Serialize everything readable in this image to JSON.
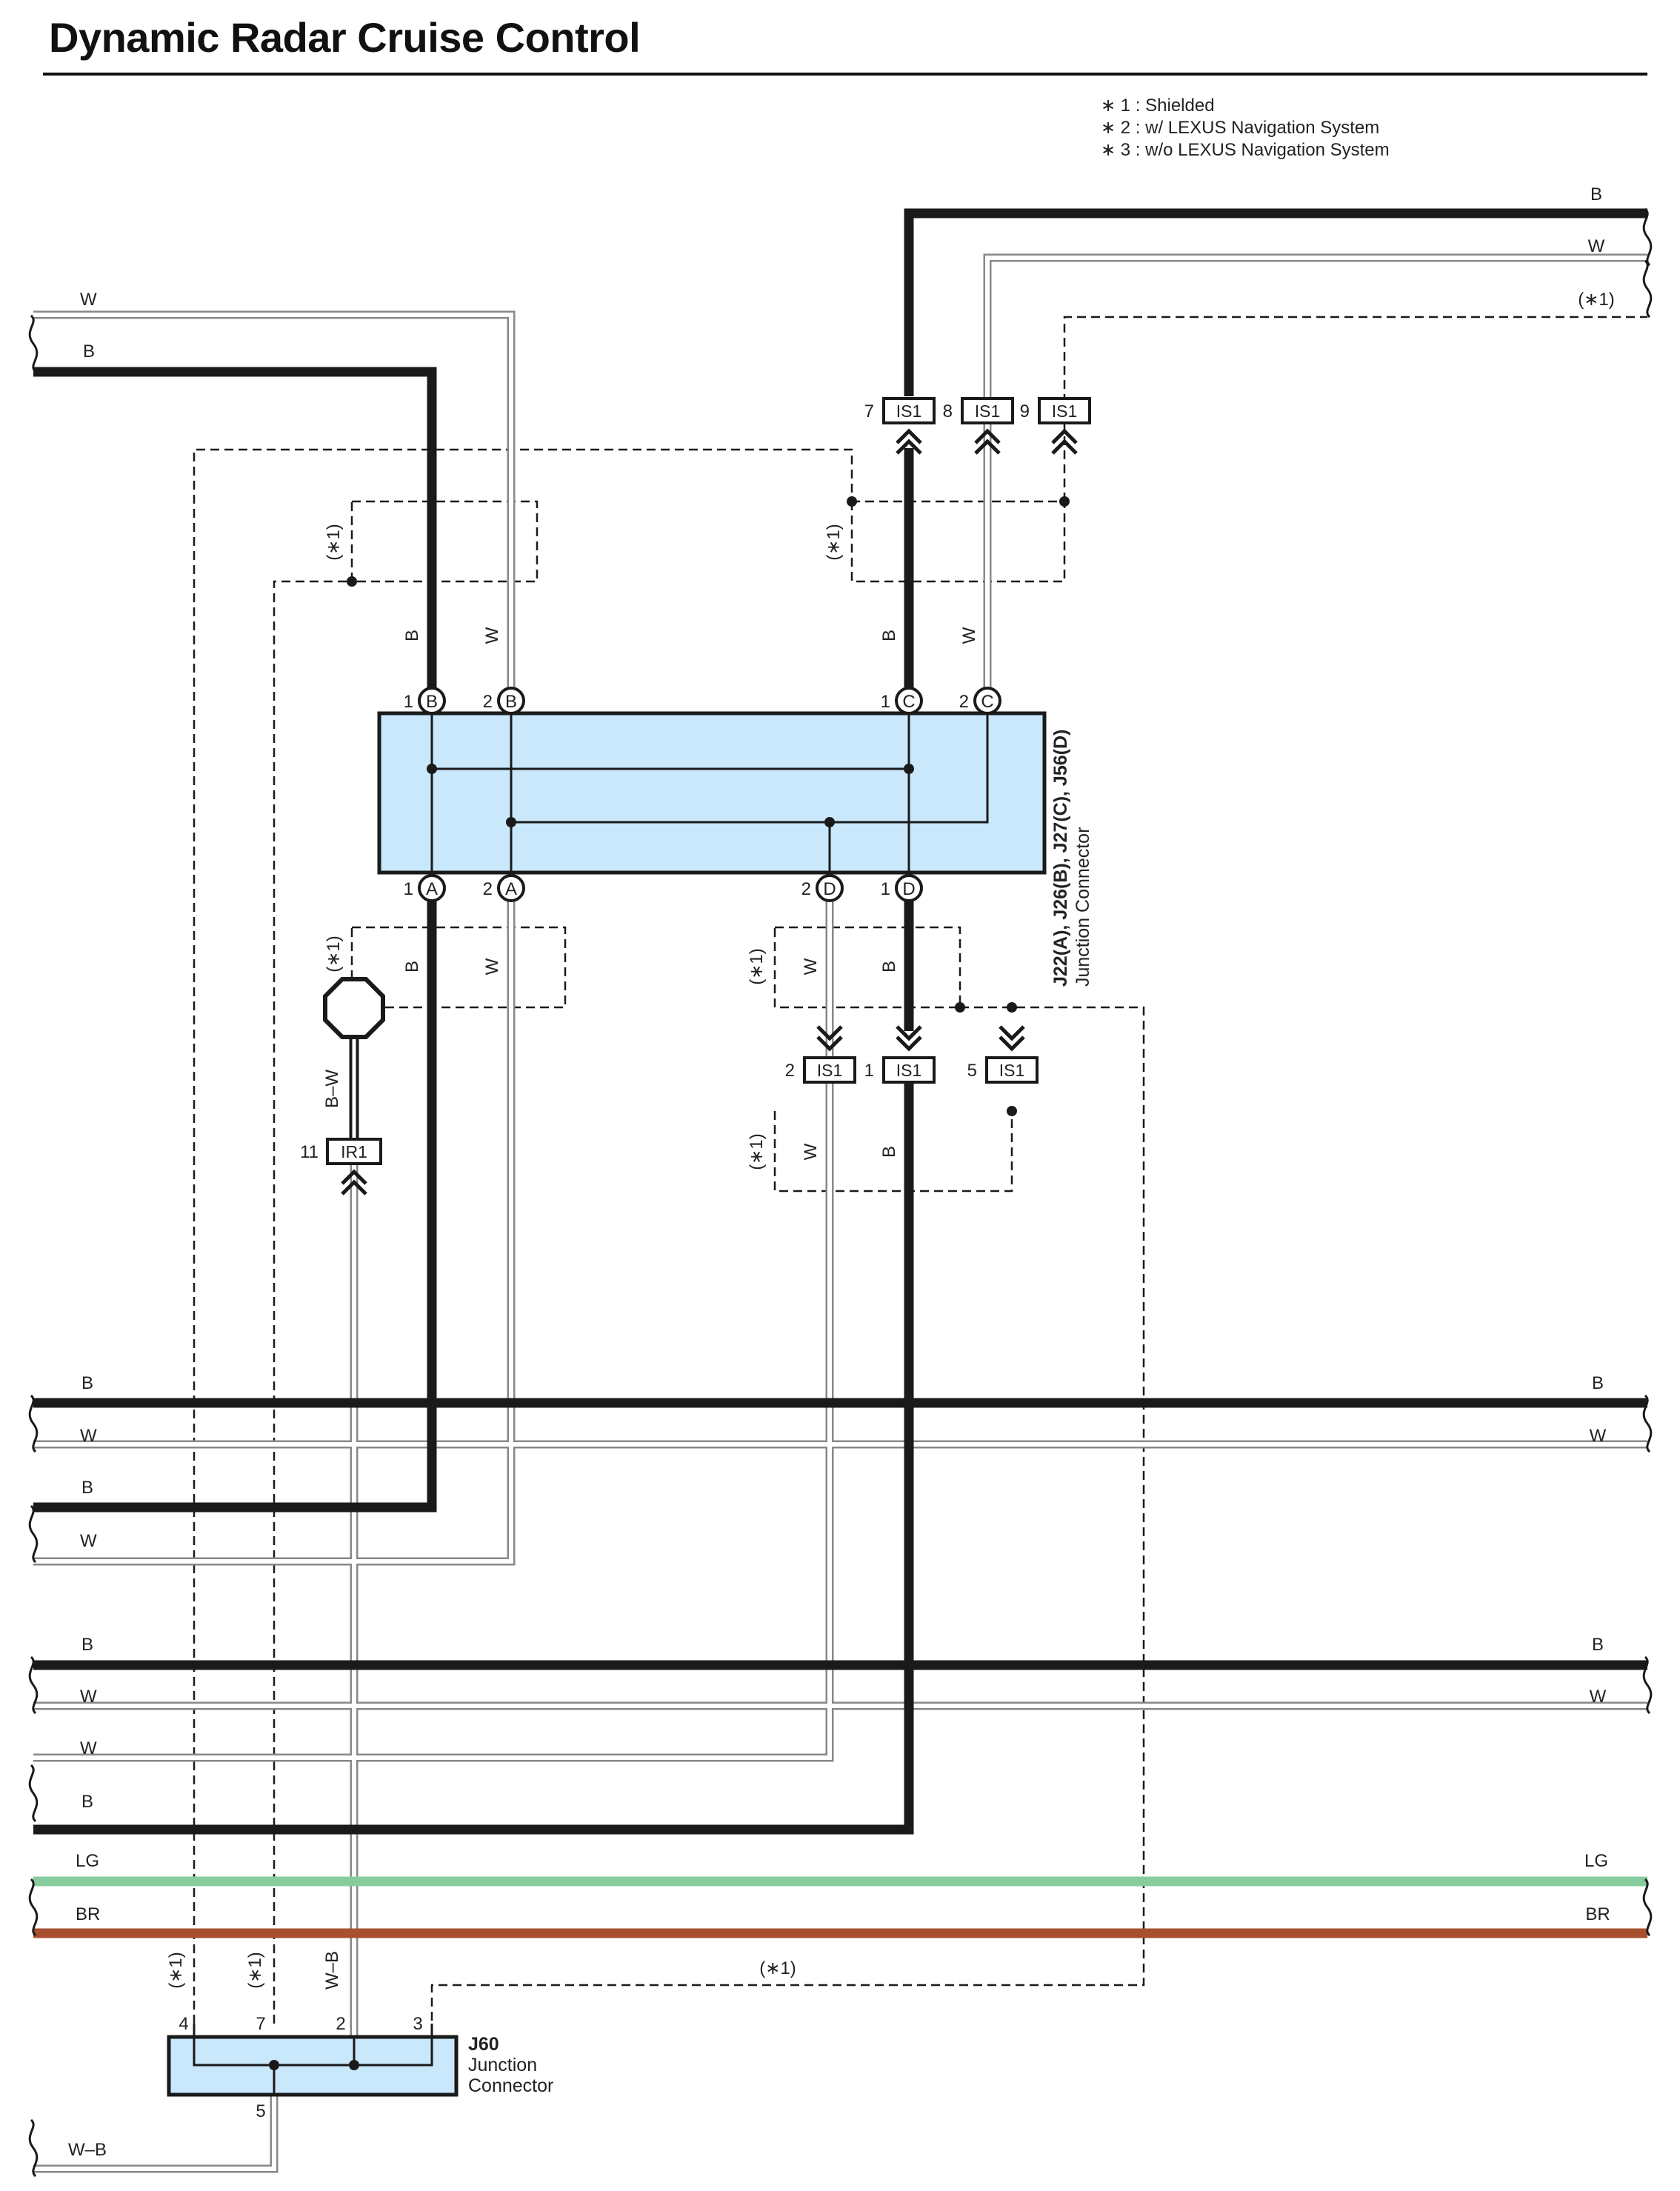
{
  "title": "Dynamic Radar Cruise Control",
  "notes": [
    "∗ 1 : Shielded",
    "∗ 2 : w/ LEXUS Navigation System",
    "∗ 3 : w/o LEXUS Navigation System"
  ],
  "colors": {
    "wire_black": "#1a1a1a",
    "wire_white_outline": "#999999",
    "wire_light_green": "#86cc9c",
    "wire_brown": "#a8502e",
    "connector_fill": "#c9e8fb"
  },
  "junction_main": {
    "name": "J22(A), J26(B), J27(C), J56(D)",
    "desc": "Junction Connector",
    "pins": [
      {
        "num": "1",
        "letter": "B"
      },
      {
        "num": "2",
        "letter": "B"
      },
      {
        "num": "1",
        "letter": "C"
      },
      {
        "num": "2",
        "letter": "C"
      },
      {
        "num": "1",
        "letter": "A"
      },
      {
        "num": "2",
        "letter": "A"
      },
      {
        "num": "2",
        "letter": "D"
      },
      {
        "num": "1",
        "letter": "D"
      }
    ]
  },
  "junction_j60": {
    "name": "J60",
    "desc1": "Junction",
    "desc2": "Connector",
    "pins": [
      "4",
      "7",
      "2",
      "3",
      "5"
    ]
  },
  "connectors_top": [
    {
      "pin": "7",
      "name": "IS1"
    },
    {
      "pin": "8",
      "name": "IS1"
    },
    {
      "pin": "9",
      "name": "IS1"
    }
  ],
  "connectors_mid": [
    {
      "pin": "2",
      "name": "IS1"
    },
    {
      "pin": "1",
      "name": "IS1"
    },
    {
      "pin": "5",
      "name": "IS1"
    }
  ],
  "connector_ir": {
    "pin": "11",
    "name": "IR1"
  },
  "shield_tag": "(∗1)",
  "wire_labels": {
    "b": "B",
    "w": "W",
    "lg": "LG",
    "br": "BR",
    "bw": "B–W",
    "wb": "W–B"
  }
}
